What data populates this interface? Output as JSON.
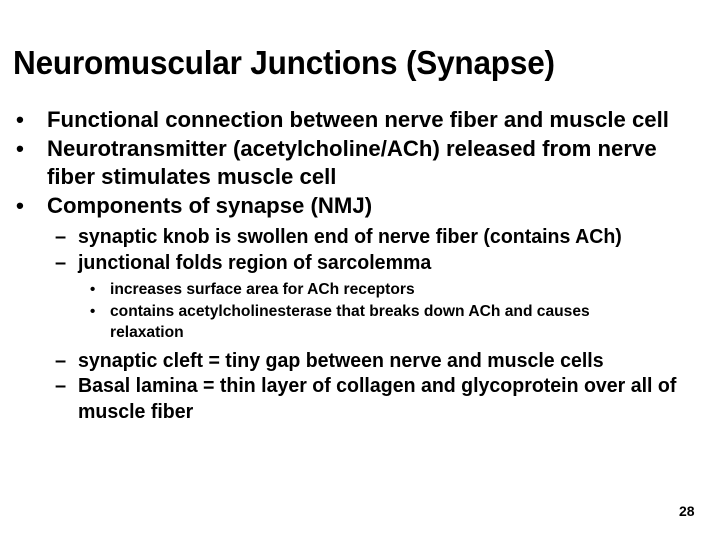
{
  "slide": {
    "title": "Neuromuscular Junctions (Synapse)",
    "page_number": "28",
    "background_color": "#ffffff",
    "text_color": "#000000",
    "bullet_marker_level1": "•",
    "bullet_marker_level2": "–",
    "bullet_marker_level3": "•",
    "bullets": [
      {
        "level": 1,
        "marker": "•",
        "text": "Functional connection between nerve fiber and muscle cell"
      },
      {
        "level": 1,
        "marker": "•",
        "text": "Neurotransmitter (acetylcholine/ACh) released from nerve fiber stimulates muscle cell"
      },
      {
        "level": 1,
        "marker": "•",
        "text": "Components of synapse (NMJ)"
      },
      {
        "level": 2,
        "marker": "–",
        "text": "synaptic knob is swollen end of nerve fiber (contains ACh)"
      },
      {
        "level": 2,
        "marker": "–",
        "text": "junctional folds region of sarcolemma"
      },
      {
        "level": 3,
        "marker": "•",
        "text": "increases surface area for ACh receptors"
      },
      {
        "level": 3,
        "marker": "•",
        "text": "contains acetylcholinesterase that breaks down ACh and causes relaxation"
      },
      {
        "level": 2,
        "marker": "–",
        "text": "synaptic cleft = tiny gap between nerve and muscle cells"
      },
      {
        "level": 2,
        "marker": "–",
        "text": "Basal lamina = thin layer of collagen and glycoprotein over all of muscle fiber"
      }
    ]
  }
}
